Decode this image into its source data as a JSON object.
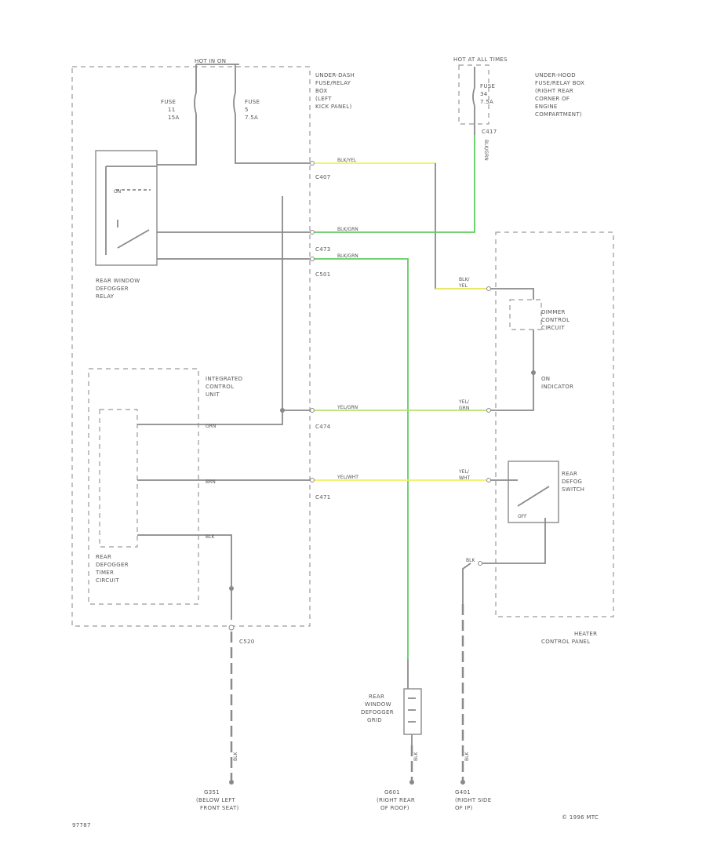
{
  "power_sources": {
    "hot_in_on": "HOT IN ON",
    "hot_at_all_times": "HOT AT ALL TIMES"
  },
  "fuse_boxes": {
    "underdash": [
      "UNDER-DASH",
      "FUSE/RELAY",
      "BOX",
      "(LEFT",
      "KICK PANEL)"
    ],
    "underhood": [
      "UNDER-HOOD",
      "FUSE/RELAY BOX",
      "(RIGHT REAR",
      "CORNER OF",
      "ENGINE",
      "COMPARTMENT)"
    ]
  },
  "fuses": {
    "fuse_11": [
      "FUSE",
      "11",
      "15A"
    ],
    "fuse_5": [
      "FUSE",
      "5",
      "7.5A"
    ],
    "fuse_34": [
      "FUSE",
      "34",
      "7.5A"
    ]
  },
  "components": {
    "defogger_relay": [
      "REAR WINDOW",
      "DEFOGGER",
      "RELAY"
    ],
    "integrated_control": [
      "INTEGRATED",
      "CONTROL",
      "UNIT"
    ],
    "timer_circuit": [
      "REAR",
      "DEFOGGER",
      "TIMER",
      "CIRCUIT"
    ],
    "dimmer_circuit": [
      "DIMMER",
      "CONTROL",
      "CIRCUIT"
    ],
    "on_indicator": [
      "ON",
      "INDICATOR"
    ],
    "defog_switch": [
      "REAR",
      "DEFOG",
      "SWITCH"
    ],
    "heater_panel": [
      "HEATER",
      "CONTROL PANEL"
    ],
    "defogger_grid": [
      "REAR",
      "WINDOW",
      "DEFOGGER",
      "GRID"
    ]
  },
  "connectors": {
    "c407": "C407",
    "c417": "C417",
    "c473": "C473",
    "c501": "C501",
    "c474": "C474",
    "c471": "C471",
    "c520": "C520"
  },
  "wire_colors": {
    "blk_yel": "BLK/YEL",
    "blk_grn_top": "BLK/GRN",
    "blk_grn_mid": "BLK/GRN",
    "blk_grn_vert": "BLK/GRN",
    "yel_grn": "YEL/GRN",
    "yel_wht": "YEL/WHT",
    "blk_yel_panel": [
      "BLK/",
      "YEL"
    ],
    "yel_grn_panel": [
      "YEL/",
      "GRN"
    ],
    "yel_wht_panel": [
      "YEL/",
      "WHT"
    ],
    "ic_grn": "GRN",
    "ic_brn": "BRN",
    "ic_blk": "BLK",
    "blk_left": "BLK",
    "blk_right": "BLK",
    "blk_grid": "BLK",
    "blk_switch": "BLK",
    "switch_off": "OFF",
    "relay_on": "ON"
  },
  "grounds": {
    "g351": [
      "G351",
      "(BELOW LEFT",
      "FRONT SEAT)"
    ],
    "g601": [
      "G601",
      "(RIGHT REAR",
      "OF ROOF)"
    ],
    "g401": [
      "G401",
      "(RIGHT SIDE",
      "OF IP)"
    ]
  },
  "footer": {
    "left_code": "97787",
    "copyright": "© 1996 MTC"
  }
}
